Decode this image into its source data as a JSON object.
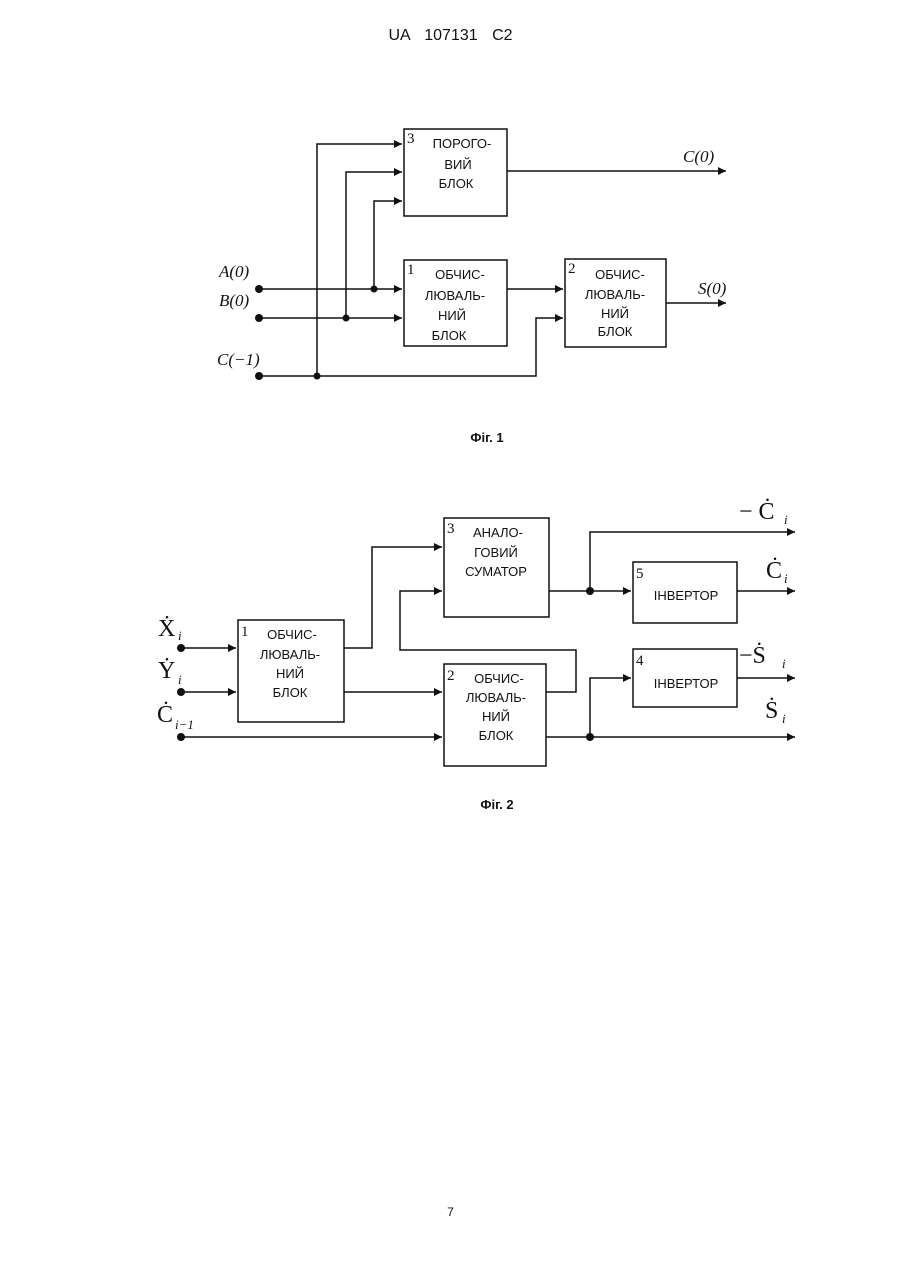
{
  "header": {
    "text": "UA   107131   C2"
  },
  "fig1": {
    "caption": "Фіг. 1",
    "blocks": {
      "threshold": {
        "number": "3",
        "lines": [
          "ПОРОГО-",
          "ВИЙ",
          "БЛОК"
        ]
      },
      "calc1": {
        "number": "1",
        "lines": [
          "ОБЧИС-",
          "ЛЮВАЛЬ-",
          "НИЙ",
          "БЛОК"
        ]
      },
      "calc2": {
        "number": "2",
        "lines": [
          "ОБЧИС-",
          "ЛЮВАЛЬ-",
          "НИЙ",
          "БЛОК"
        ]
      }
    },
    "inputs": {
      "a": "A(0)",
      "b": "B(0)",
      "c": "C(−1)"
    },
    "outputs": {
      "c": "C(0)",
      "s": "S(0)"
    }
  },
  "fig2": {
    "caption": "Фіг. 2",
    "blocks": {
      "calc1": {
        "number": "1",
        "lines": [
          "ОБЧИС-",
          "ЛЮВАЛЬ-",
          "НИЙ",
          "БЛОК"
        ]
      },
      "calc2": {
        "number": "2",
        "lines": [
          "ОБЧИС-",
          "ЛЮВАЛЬ-",
          "НИЙ",
          "БЛОК"
        ]
      },
      "adder": {
        "number": "3",
        "lines": [
          "АНАЛО-",
          "ГОВИЙ",
          "СУМАТОР"
        ]
      },
      "inv4": {
        "number": "4",
        "lines": [
          "ІНВЕРТОР"
        ]
      },
      "inv5": {
        "number": "5",
        "lines": [
          "ІНВЕРТОР"
        ]
      }
    },
    "inputs": {
      "x": {
        "sym": "Ẋ",
        "sub": "i"
      },
      "y": {
        "sym": "Ẏ",
        "sub": "i"
      },
      "c": {
        "sym": "Ċ",
        "sub": "i−1"
      }
    },
    "outputs": {
      "neg_c": {
        "sym": "− Ċ",
        "sub": "i"
      },
      "c": {
        "sym": "Ċ",
        "sub": "i"
      },
      "neg_s": {
        "sym": "−Ṡ",
        "sub": "i"
      },
      "s": {
        "sym": "Ṡ",
        "sub": "i"
      }
    }
  },
  "page_number": "7"
}
